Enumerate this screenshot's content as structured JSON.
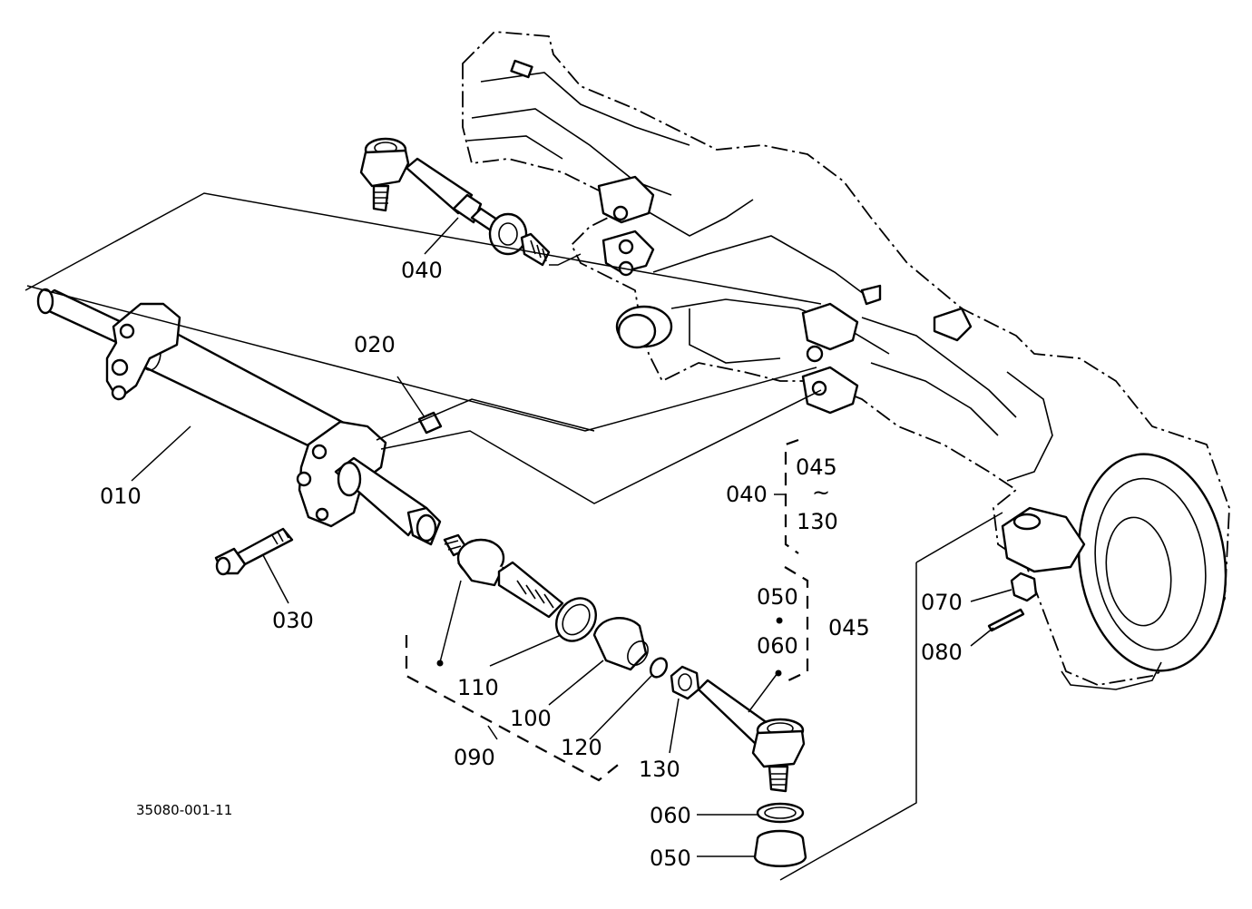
{
  "drawing_number": "35080-001-11",
  "callouts": {
    "p010": "010",
    "p020": "020",
    "p030": "030",
    "p040_top": "040",
    "p040_group": "040",
    "p045_group_top": "045",
    "p045_tilde": "~",
    "p130_group_bottom": "130",
    "p050_group_top": "050",
    "p050_group_dot": "•",
    "p060_group_bottom": "060",
    "p045_group": "045",
    "p070": "070",
    "p080": "080",
    "p090": "090",
    "p100": "100",
    "p110": "110",
    "p120": "120",
    "p130": "130",
    "p060_bottom": "060",
    "p050_bottom": "050"
  }
}
